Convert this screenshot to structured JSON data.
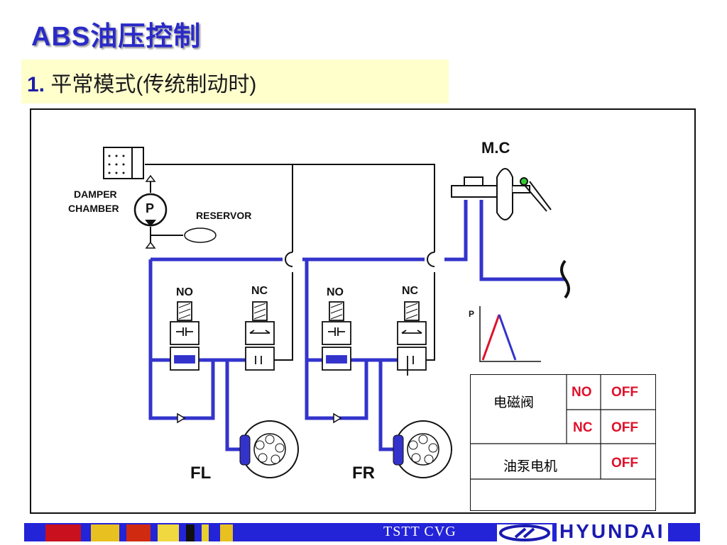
{
  "header": {
    "title": "ABS油压控制",
    "subtitle_num": "1.",
    "subtitle_text": "平常模式(传统制动时)"
  },
  "diagram": {
    "labels": {
      "mc": "M.C",
      "damper": "DAMPER",
      "chamber": "CHAMBER",
      "pump": "P",
      "reservor": "RESERVOR",
      "no_left": "NO",
      "nc_left": "NC",
      "no_right": "NO",
      "nc_right": "NC",
      "fl": "FL",
      "fr": "FR",
      "graph_p": "P"
    },
    "colors": {
      "pipe_blue": "#3333cc",
      "pipe_black": "#111111",
      "pressure_red": "#e0102a"
    }
  },
  "status_table": {
    "solenoid_label": "电磁阀",
    "no_label": "NO",
    "no_state": "OFF",
    "nc_label": "NC",
    "nc_state": "OFF",
    "motor_label": "油泵电机",
    "motor_state": "OFF"
  },
  "footer": {
    "code": "TSTT CVG",
    "brand": "HYUNDAI"
  }
}
